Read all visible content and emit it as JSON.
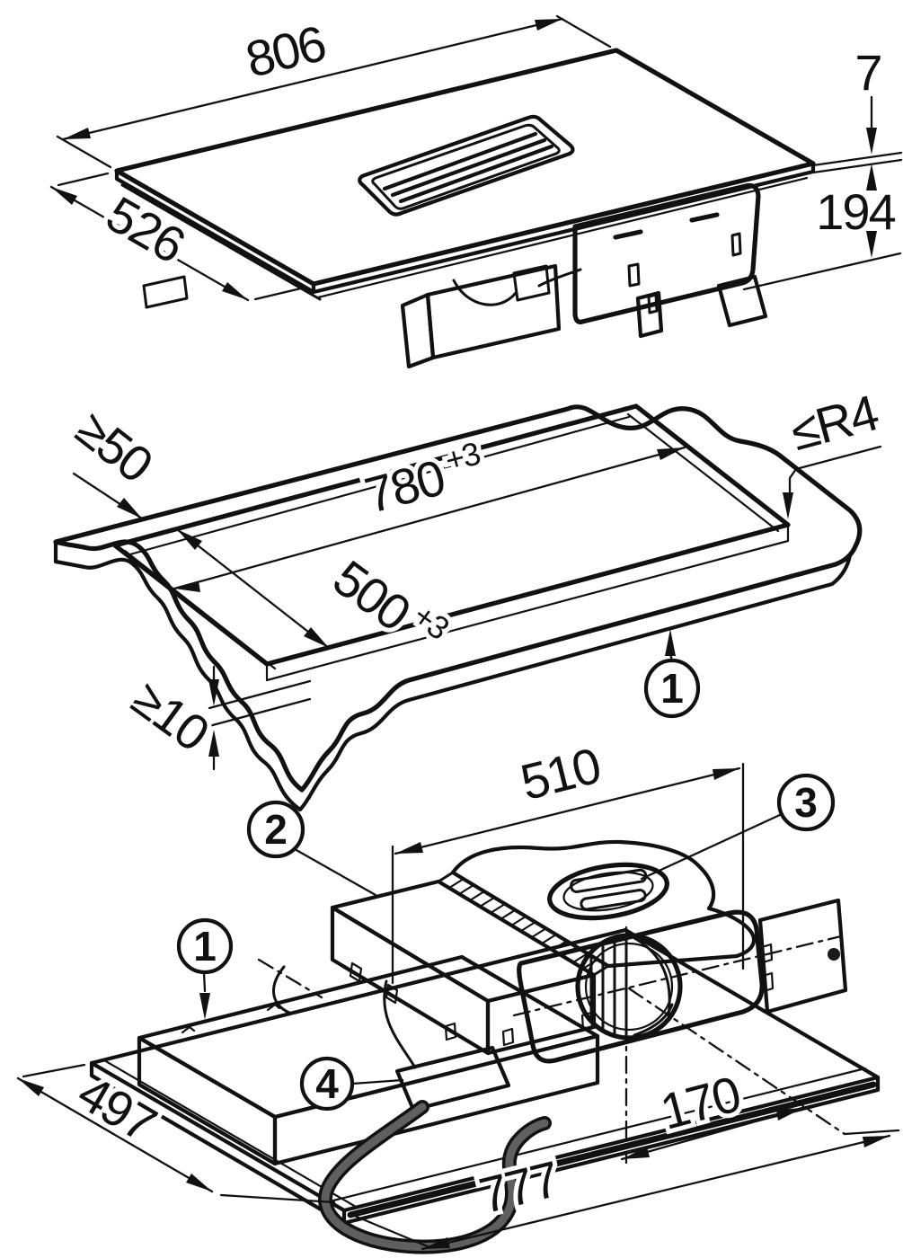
{
  "drawing": {
    "type": "appliance-installation-diagram",
    "stroke_color": "#111111",
    "glass_fill": "#d9d9d9",
    "surface_fill": "#ededed",
    "panel_fill": "#f4f4f4",
    "dark_panel_fill": "#c7c7c7",
    "cable_fill": "#4f4f4f"
  },
  "top_view": {
    "name": "cooktop-with-downdraft-isometric",
    "dim_width": "806",
    "dim_depth": "526",
    "dim_glass_height": "7",
    "dim_installation_height": "194"
  },
  "cutout_view": {
    "name": "worktop-cutout-isometric",
    "dim_side_clearance": "≥50",
    "dim_cutout_length": "780",
    "tol_cutout_length": "+3",
    "dim_cutout_width": "500",
    "tol_cutout_width": "+3",
    "dim_min_distance": "≥10",
    "dim_corner_radius": "≤R4",
    "callout_worktop": "1"
  },
  "underside_view": {
    "name": "unit-underside-isometric",
    "dim_unit_width": "510",
    "dim_unit_depth": "497",
    "dim_duct_offset": "170",
    "dim_unit_length": "777",
    "callout_worktop": "1",
    "callout_filter_housing": "2",
    "callout_blower": "3",
    "callout_mains_cable": "4"
  }
}
